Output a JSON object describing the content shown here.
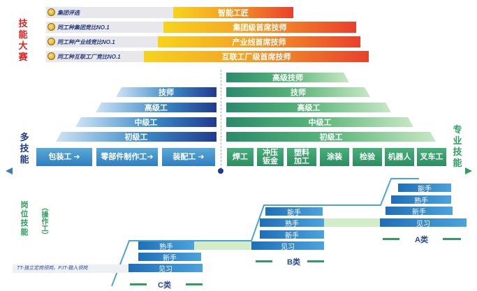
{
  "competition": {
    "title_chars": [
      "技",
      "能",
      "大",
      "赛"
    ],
    "rows": [
      {
        "label": "集团评选",
        "bar": "智能工匠"
      },
      {
        "label": "同工种集团竞比NO.1",
        "bar": "集团级首席技师"
      },
      {
        "label": "同工种产业线竞比NO.1",
        "bar": "产业线首席技师"
      },
      {
        "label": "同工种互联工厂竞比NO.1",
        "bar": "互联工厂级首席技师"
      }
    ]
  },
  "pyramid": {
    "left_levels": [
      "技师",
      "高级工",
      "中级工",
      "初级工"
    ],
    "right_levels": [
      "高级技师",
      "技师",
      "高级工",
      "中级工",
      "初级工"
    ],
    "left_axis_label": [
      "多",
      "技",
      "能"
    ],
    "right_axis_label": [
      "专",
      "业",
      "技",
      "能"
    ],
    "left_jobs": [
      "包装工",
      "零部件制作工",
      "装配工"
    ],
    "right_jobs": [
      "焊工",
      "冲压钣金",
      "塑料加工",
      "涂装",
      "检验",
      "机器人",
      "叉车工"
    ]
  },
  "post_skill": {
    "title_chars": [
      "岗",
      "位",
      "技",
      "能"
    ],
    "subtitle": "（操作工）",
    "footnote": "TT-独立定岗领岗、PJT-融入领岗",
    "stairs": {
      "C": [
        "熟手",
        "新手",
        "见习"
      ],
      "B": [
        "能手",
        "熟手",
        "新手",
        "见习"
      ],
      "A": [
        "能手",
        "熟手",
        "新手",
        "见习"
      ]
    },
    "categories": [
      "C类",
      "B类",
      "A类"
    ]
  },
  "colors": {
    "red_title": "#e02020",
    "navy": "#1f3a8a",
    "green": "#2e9e5e"
  }
}
